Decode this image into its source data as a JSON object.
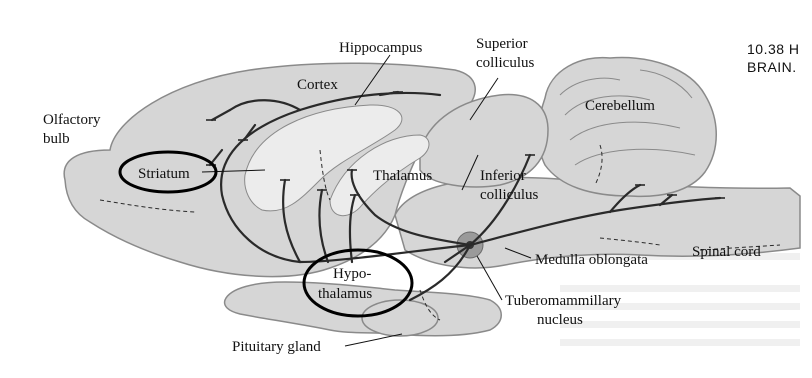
{
  "figure": {
    "caption_line1": "10.38  H",
    "caption_line2": "BRAIN."
  },
  "labels": {
    "hippocampus": "Hippocampus",
    "superior_colliculus_1": "Superior",
    "superior_colliculus_2": "colliculus",
    "cortex": "Cortex",
    "cerebellum": "Cerebellum",
    "olfactory_bulb_1": "Olfactory",
    "olfactory_bulb_2": "bulb",
    "striatum": "Striatum",
    "thalamus": "Thalamus",
    "inferior_colliculus_1": "Inferior",
    "inferior_colliculus_2": "colliculus",
    "hypothalamus_1": "Hypo-",
    "hypothalamus_2": "thalamus",
    "medulla_oblongata": "Medulla oblongata",
    "spinal_cord": "Spinal cord",
    "tuberomammillary_1": "Tuberomammillary",
    "tuberomammillary_2": "nucleus",
    "pituitary_gland": "Pituitary gland"
  },
  "colors": {
    "brain_fill": "#d6d6d6",
    "brain_stroke": "#8a8a8a",
    "pathway": "#2a2a2a",
    "nucleus_fill": "#9a9a9a",
    "highlight_ring": "#000000"
  }
}
